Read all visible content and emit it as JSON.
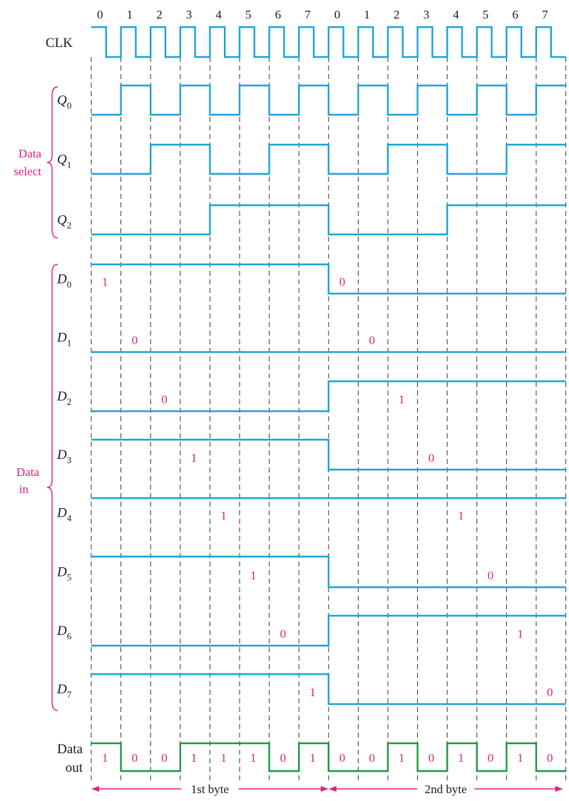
{
  "clock_labels": [
    "0",
    "1",
    "2",
    "3",
    "4",
    "5",
    "6",
    "7",
    "0",
    "1",
    "2",
    "3",
    "4",
    "5",
    "6",
    "7"
  ],
  "groups": {
    "data_select": [
      "Data",
      "select"
    ],
    "data_in": [
      "Data",
      "in"
    ]
  },
  "signals": [
    {
      "id": "CLK",
      "label": "CLK",
      "sub": "",
      "italic": false,
      "group": "clock",
      "values": [],
      "labels": []
    },
    {
      "id": "Q0",
      "label": "Q",
      "sub": "0",
      "italic": true,
      "group": "data_select",
      "values": [
        0,
        1,
        0,
        1,
        0,
        1,
        0,
        1,
        0,
        1,
        0,
        1,
        0,
        1,
        0,
        1
      ],
      "labels": []
    },
    {
      "id": "Q1",
      "label": "Q",
      "sub": "1",
      "italic": true,
      "group": "data_select",
      "values": [
        0,
        0,
        1,
        1,
        0,
        0,
        1,
        1,
        0,
        0,
        1,
        1,
        0,
        0,
        1,
        1
      ],
      "labels": []
    },
    {
      "id": "Q2",
      "label": "Q",
      "sub": "2",
      "italic": true,
      "group": "data_select",
      "values": [
        0,
        0,
        0,
        0,
        1,
        1,
        1,
        1,
        0,
        0,
        0,
        0,
        1,
        1,
        1,
        1
      ],
      "labels": []
    },
    {
      "id": "D0",
      "label": "D",
      "sub": "0",
      "italic": true,
      "group": "data_in",
      "values": [
        1,
        1,
        1,
        1,
        1,
        1,
        1,
        1,
        0,
        0,
        0,
        0,
        0,
        0,
        0,
        0
      ],
      "labels": [
        {
          "slot": 0,
          "text": "1"
        },
        {
          "slot": 8,
          "text": "0"
        }
      ]
    },
    {
      "id": "D1",
      "label": "D",
      "sub": "1",
      "italic": true,
      "group": "data_in",
      "values": [
        0,
        0,
        0,
        0,
        0,
        0,
        0,
        0,
        0,
        0,
        0,
        0,
        0,
        0,
        0,
        0
      ],
      "labels": [
        {
          "slot": 1,
          "text": "0"
        },
        {
          "slot": 9,
          "text": "0"
        }
      ]
    },
    {
      "id": "D2",
      "label": "D",
      "sub": "2",
      "italic": true,
      "group": "data_in",
      "values": [
        0,
        0,
        0,
        0,
        0,
        0,
        0,
        0,
        1,
        1,
        1,
        1,
        1,
        1,
        1,
        1
      ],
      "labels": [
        {
          "slot": 2,
          "text": "0"
        },
        {
          "slot": 10,
          "text": "1"
        }
      ]
    },
    {
      "id": "D3",
      "label": "D",
      "sub": "3",
      "italic": true,
      "group": "data_in",
      "values": [
        1,
        1,
        1,
        1,
        1,
        1,
        1,
        1,
        0,
        0,
        0,
        0,
        0,
        0,
        0,
        0
      ],
      "labels": [
        {
          "slot": 3,
          "text": "1"
        },
        {
          "slot": 11,
          "text": "0"
        }
      ]
    },
    {
      "id": "D4",
      "label": "D",
      "sub": "4",
      "italic": true,
      "group": "data_in",
      "values": [
        1,
        1,
        1,
        1,
        1,
        1,
        1,
        1,
        1,
        1,
        1,
        1,
        1,
        1,
        1,
        1
      ],
      "labels": [
        {
          "slot": 4,
          "text": "1"
        },
        {
          "slot": 12,
          "text": "1"
        }
      ]
    },
    {
      "id": "D5",
      "label": "D",
      "sub": "5",
      "italic": true,
      "group": "data_in",
      "values": [
        1,
        1,
        1,
        1,
        1,
        1,
        1,
        1,
        0,
        0,
        0,
        0,
        0,
        0,
        0,
        0
      ],
      "labels": [
        {
          "slot": 5,
          "text": "1"
        },
        {
          "slot": 13,
          "text": "0"
        }
      ]
    },
    {
      "id": "D6",
      "label": "D",
      "sub": "6",
      "italic": true,
      "group": "data_in",
      "values": [
        0,
        0,
        0,
        0,
        0,
        0,
        0,
        0,
        1,
        1,
        1,
        1,
        1,
        1,
        1,
        1
      ],
      "labels": [
        {
          "slot": 6,
          "text": "0"
        },
        {
          "slot": 14,
          "text": "1"
        }
      ]
    },
    {
      "id": "D7",
      "label": "D",
      "sub": "7",
      "italic": true,
      "group": "data_in",
      "values": [
        1,
        1,
        1,
        1,
        1,
        1,
        1,
        1,
        0,
        0,
        0,
        0,
        0,
        0,
        0,
        0
      ],
      "labels": [
        {
          "slot": 7,
          "text": "1"
        },
        {
          "slot": 15,
          "text": "0"
        }
      ]
    }
  ],
  "data_out": {
    "label": [
      "Data",
      "out"
    ],
    "values": [
      1,
      0,
      0,
      1,
      1,
      1,
      0,
      1,
      0,
      0,
      1,
      0,
      1,
      0,
      1,
      0
    ],
    "bit_labels": [
      "1",
      "0",
      "0",
      "1",
      "1",
      "1",
      "0",
      "1",
      "0",
      "0",
      "1",
      "0",
      "1",
      "0",
      "1",
      "0"
    ]
  },
  "bytes": [
    "1st byte",
    "2nd byte"
  ],
  "colors": {
    "wave": "#1ba3d6",
    "data_out_wave": "#1a9a3c",
    "accent": "#e0207e",
    "grid": "#333333",
    "text": "#1a1a1a"
  }
}
